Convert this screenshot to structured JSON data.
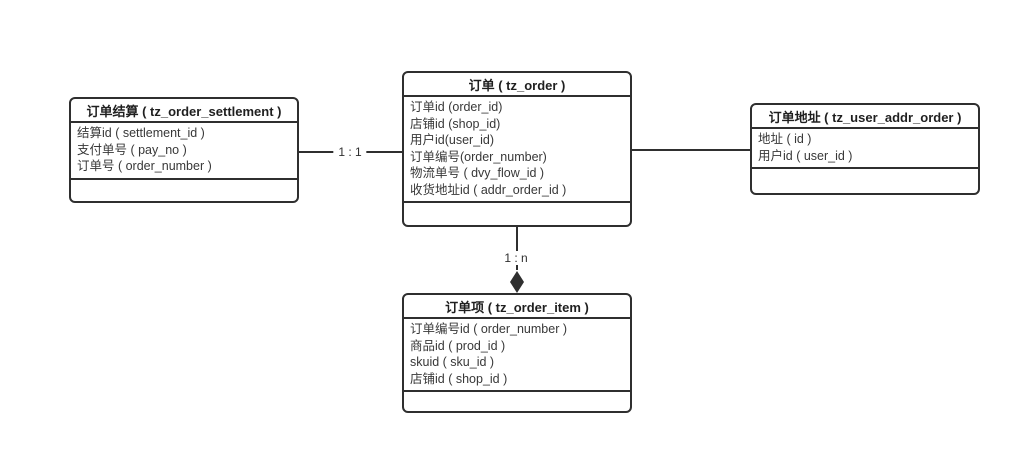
{
  "diagram_title": "order-tables-er-diagram",
  "colors": {
    "background": "#ffffff",
    "line": "#2f2f2f",
    "title_text": "#1f1f1f",
    "field_text": "#383838"
  },
  "entities": [
    {
      "id": "tz_order_settlement",
      "title": "订单结算 ( tz_order_settlement )",
      "fields": [
        "结算id ( settlement_id )",
        "支付单号 ( pay_no )",
        "订单号 ( order_number )"
      ]
    },
    {
      "id": "tz_order",
      "title": "订单 ( tz_order )",
      "fields": [
        "订单id (order_id)",
        "店铺id (shop_id)",
        "用户id(user_id)",
        "订单编号(order_number)",
        "物流单号 ( dvy_flow_id )",
        "收货地址id ( addr_order_id )"
      ]
    },
    {
      "id": "tz_user_addr_order",
      "title": "订单地址 ( tz_user_addr_order )",
      "fields": [
        "地址 ( id )",
        "用户id ( user_id )"
      ]
    },
    {
      "id": "tz_order_item",
      "title": "订单项 ( tz_order_item )",
      "fields": [
        "订单编号id ( order_number )",
        "商品id ( prod_id )",
        "skuid ( sku_id )",
        "店铺id ( shop_id )"
      ]
    }
  ],
  "relations": [
    {
      "from": "tz_order_settlement",
      "to": "tz_order",
      "label": "1 : 1",
      "arrow": "none"
    },
    {
      "from": "tz_order",
      "to": "tz_user_addr_order",
      "label": "",
      "arrow": "none"
    },
    {
      "from": "tz_order",
      "to": "tz_order_item",
      "label": "1 : n",
      "arrow": "diamond"
    }
  ]
}
